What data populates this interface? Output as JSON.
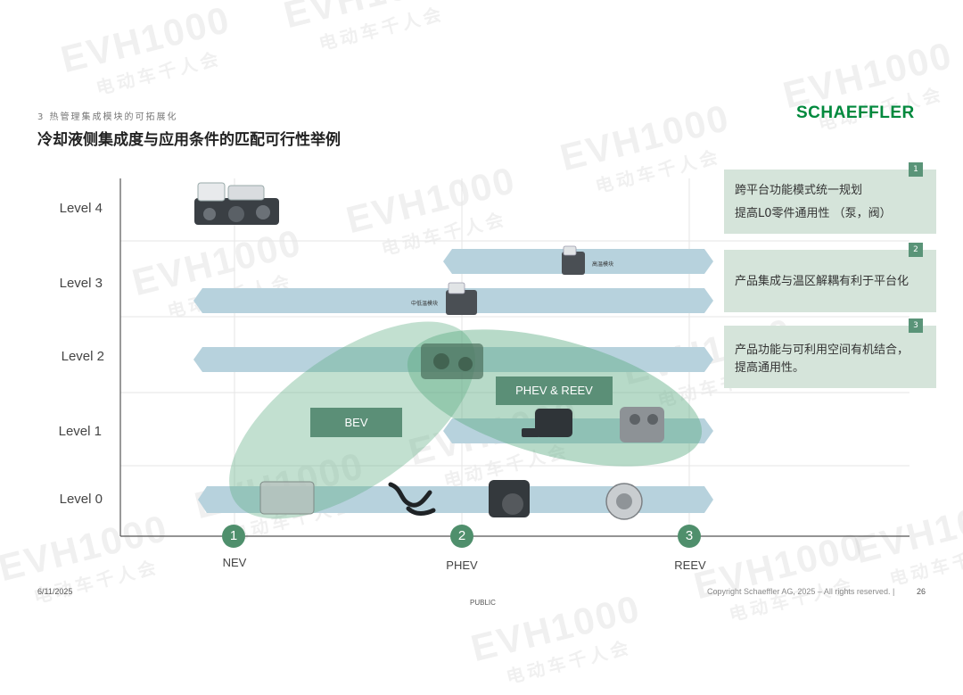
{
  "header": {
    "breadcrumb": "3  热管理集成模块的可拓展化",
    "logo": "SCHAEFFLER",
    "title": "冷却液侧集成度与应用条件的匹配可行性举例"
  },
  "chart": {
    "levels": [
      "Level 4",
      "Level 3",
      "Level 2",
      "Level 1",
      "Level 0"
    ],
    "x_points": [
      {
        "num": "1",
        "label": "NEV"
      },
      {
        "num": "2",
        "label": "PHEV"
      },
      {
        "num": "3",
        "label": "REEV"
      }
    ],
    "tags": {
      "bev": "BEV",
      "phev_reev": "PHEV & REEV"
    },
    "product_labels": {
      "module_high": "高温模块",
      "module_mid": "中低温模块"
    }
  },
  "sidebar": {
    "items": [
      {
        "num": "1",
        "lines": [
          "跨平台功能模式统一规划",
          "提高L0零件通用性 （泵，阀）"
        ]
      },
      {
        "num": "2",
        "lines": [
          "产品集成与温区解耦有利于平台化"
        ]
      },
      {
        "num": "3",
        "lines": [
          "产品功能与可利用空间有机结合，",
          "提高通用性。"
        ]
      }
    ]
  },
  "footer": {
    "date": "6/11/2025",
    "classification": "PUBLIC",
    "copyright": "Copyright Schaeffler AG, 2025 – All rights reserved.  |",
    "page": "26"
  },
  "watermark": {
    "brand": "EVH1000",
    "tagline": "电动车千人会"
  },
  "colors": {
    "accent": "#00893d",
    "arrow": "#b9d4de",
    "ellipse": "#5fae84",
    "box": "#d5e4da",
    "tag": "#5b8f77"
  }
}
